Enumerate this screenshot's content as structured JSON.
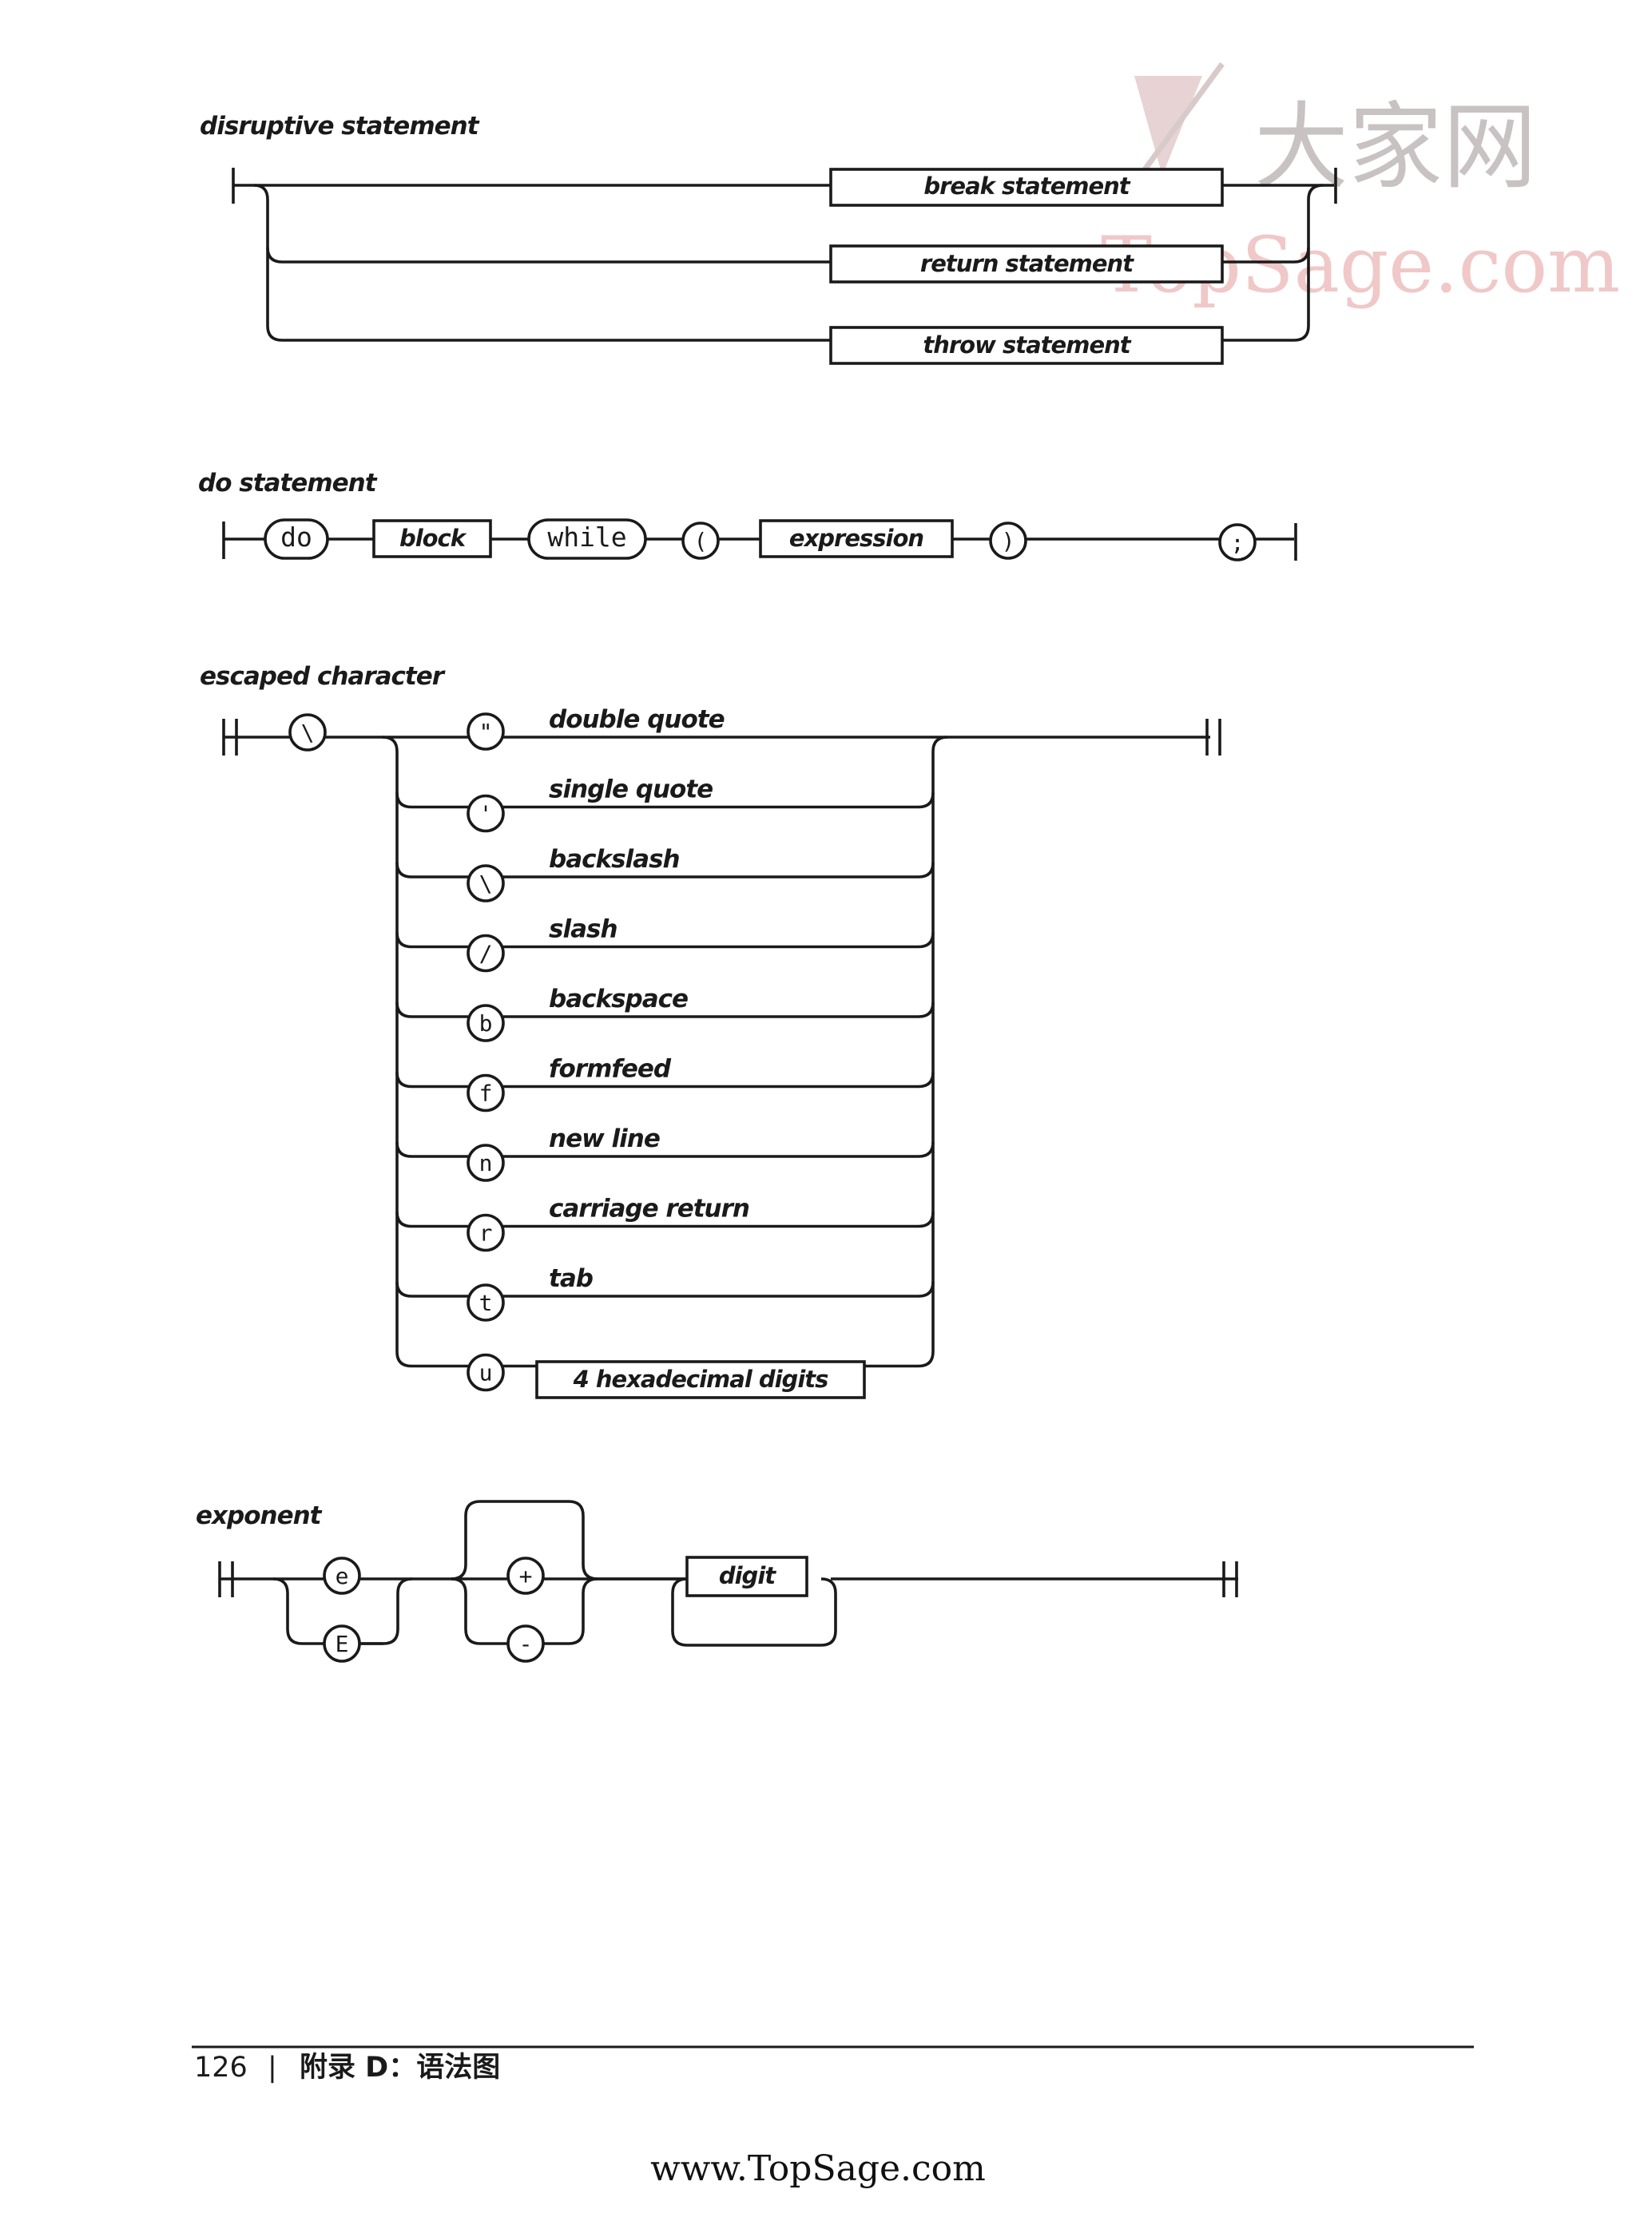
{
  "watermark": {
    "chinese": "大家网",
    "english": "TopSage.com"
  },
  "sections": {
    "disruptive": {
      "title": "disruptive statement",
      "items": [
        "break statement",
        "return statement",
        "throw statement"
      ]
    },
    "do": {
      "title": "do statement",
      "keyword_do": "do",
      "block": "block",
      "keyword_while": "while",
      "open_paren": "(",
      "expression": "expression",
      "close_paren": ")",
      "semicolon": ";"
    },
    "escaped": {
      "title": "escaped character",
      "backslash": "\\",
      "items": [
        {
          "char": "\"",
          "label": "double quote"
        },
        {
          "char": "'",
          "label": "single quote"
        },
        {
          "char": "\\",
          "label": "backslash"
        },
        {
          "char": "/",
          "label": "slash"
        },
        {
          "char": "b",
          "label": "backspace"
        },
        {
          "char": "f",
          "label": "formfeed"
        },
        {
          "char": "n",
          "label": "new line"
        },
        {
          "char": "r",
          "label": "carriage return"
        },
        {
          "char": "t",
          "label": "tab"
        },
        {
          "char": "u",
          "label": ""
        }
      ],
      "hex_box": "4 hexadecimal digits"
    },
    "exponent": {
      "title": "exponent",
      "e_lower": "e",
      "e_upper": "E",
      "plus": "+",
      "minus": "-",
      "digit": "digit"
    }
  },
  "footer": {
    "page_number": "126",
    "separator": "|",
    "chapter": "附录 D：语法图"
  },
  "site_url": "www.TopSage.com"
}
